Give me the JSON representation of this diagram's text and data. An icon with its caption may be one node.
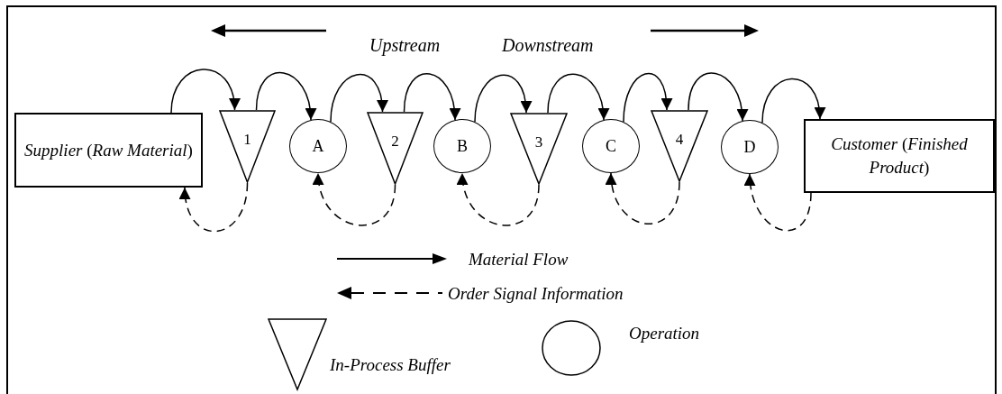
{
  "diagram": {
    "nodes": [
      {
        "text": [
          "*Supplier* (*Raw Material*)"
        ]
      },
      {
        "text": [
          "1"
        ]
      },
      {
        "text": [
          "A"
        ]
      },
      {
        "text": [
          "2"
        ]
      },
      {
        "text": [
          "B"
        ]
      },
      {
        "text": [
          "3"
        ]
      },
      {
        "text": [
          "C"
        ]
      },
      {
        "text": [
          "4"
        ]
      },
      {
        "text": [
          "D"
        ]
      },
      {
        "text": [
          "*Customer* (*Finished Product*)"
        ]
      }
    ],
    "edges": [
      {
        "from": 0,
        "to": 1,
        "arrow": "to"
      },
      {
        "from": 1,
        "to": 2,
        "arrow": "to"
      },
      {
        "from": 2,
        "to": 3,
        "arrow": "to"
      },
      {
        "from": 3,
        "to": 4,
        "arrow": "to"
      },
      {
        "from": 4,
        "to": 5,
        "arrow": "to"
      },
      {
        "from": 5,
        "to": 6,
        "arrow": "to"
      },
      {
        "from": 6,
        "to": 7,
        "arrow": "to"
      },
      {
        "from": 7,
        "to": 8,
        "arrow": "to"
      },
      {
        "from": 8,
        "to": 9,
        "arrow": "to"
      },
      {
        "from": 1,
        "to": 0,
        "arrow": "to",
        "style": "dashed"
      },
      {
        "from": 3,
        "to": 2,
        "arrow": "to",
        "style": "dashed"
      },
      {
        "from": 5,
        "to": 4,
        "arrow": "to",
        "style": "dashed"
      },
      {
        "from": 7,
        "to": 6,
        "arrow": "to",
        "style": "dashed"
      },
      {
        "from": 9,
        "to": 8,
        "arrow": "to",
        "style": "dashed"
      }
    ],
    "labels": [
      "Upstream",
      "Downstream"
    ],
    "legend": [
      {
        "text": "Material Flow"
      },
      {
        "text": "Order Signal Information"
      },
      {
        "text": "In-Process Buffer"
      },
      {
        "text": "Operation"
      }
    ]
  }
}
